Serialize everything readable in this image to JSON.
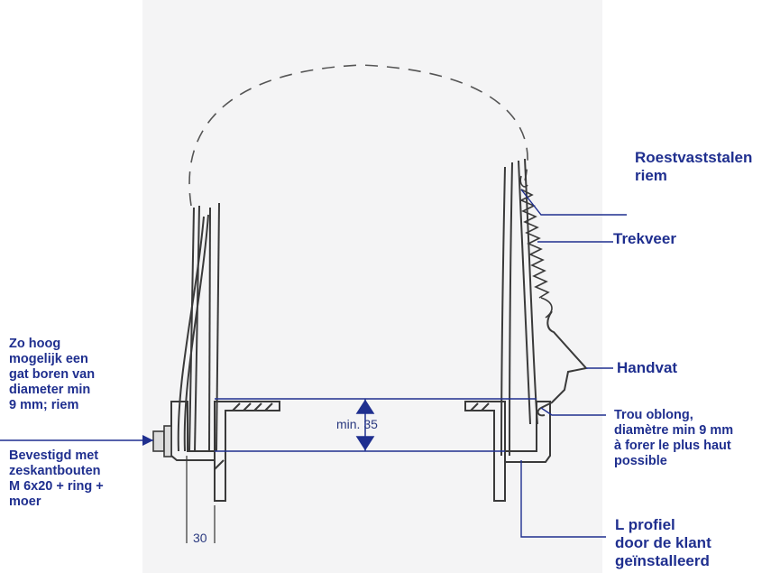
{
  "labels": {
    "riem": "Roestvaststalen\nriem",
    "trekveer": "Trekveer",
    "handvat": "Handvat",
    "trou": "Trou oblong,\ndiamètre min 9 mm\nà forer le plus haut\npossible",
    "l_profiel": "L profiel\ndoor de klant\ngeïnstalleerd",
    "gat": "Zo hoog\nmogelijk een\ngat boren van\ndiameter min\n9 mm; riem",
    "bevestigd": "Bevestigd met\nzeskantbouten\nM 6x20 + ring +\nmoer"
  },
  "dimensions": {
    "min35": "min. 35",
    "d30": "30"
  },
  "colors": {
    "label_text": "#1f2f8f",
    "leader": "#1f2f8f",
    "drawing": "#3a3a3a",
    "background": "#f4f4f5"
  }
}
